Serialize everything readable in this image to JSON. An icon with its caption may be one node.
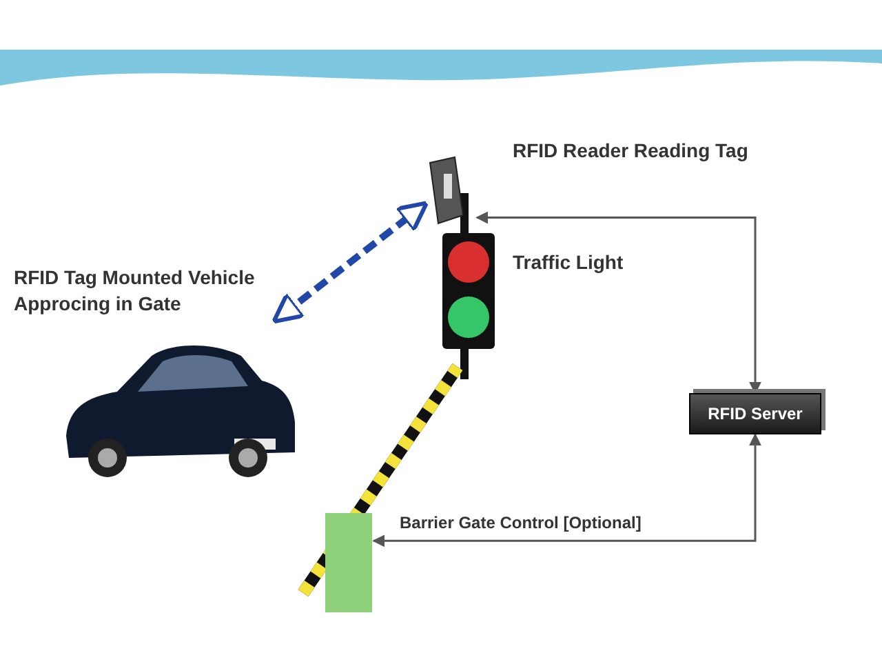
{
  "diagram": {
    "nodes": [
      {
        "text": [],
        "shape": "picture",
        "beside": [
          "RFID Tag Mounted Vehicle Approcing in Gate"
        ]
      },
      {
        "text": [],
        "shape": "picture",
        "beside": [
          "RFID Reader Reading Tag"
        ]
      },
      {
        "text": [],
        "shape": "picture",
        "beside": [
          "Traffic Light"
        ]
      },
      {
        "text": [
          "RFID Server"
        ]
      },
      {
        "text": [],
        "shape": "box"
      }
    ],
    "edges": [
      {
        "from": 1,
        "to": 0,
        "arrow": "both",
        "style": "dashed",
        "color": "#2147a8"
      },
      {
        "from": 3,
        "to": 1,
        "arrow": "both"
      },
      {
        "from": 3,
        "to": 4,
        "arrow": "both",
        "label": "Barrier Gate Control [Optional]"
      }
    ]
  }
}
